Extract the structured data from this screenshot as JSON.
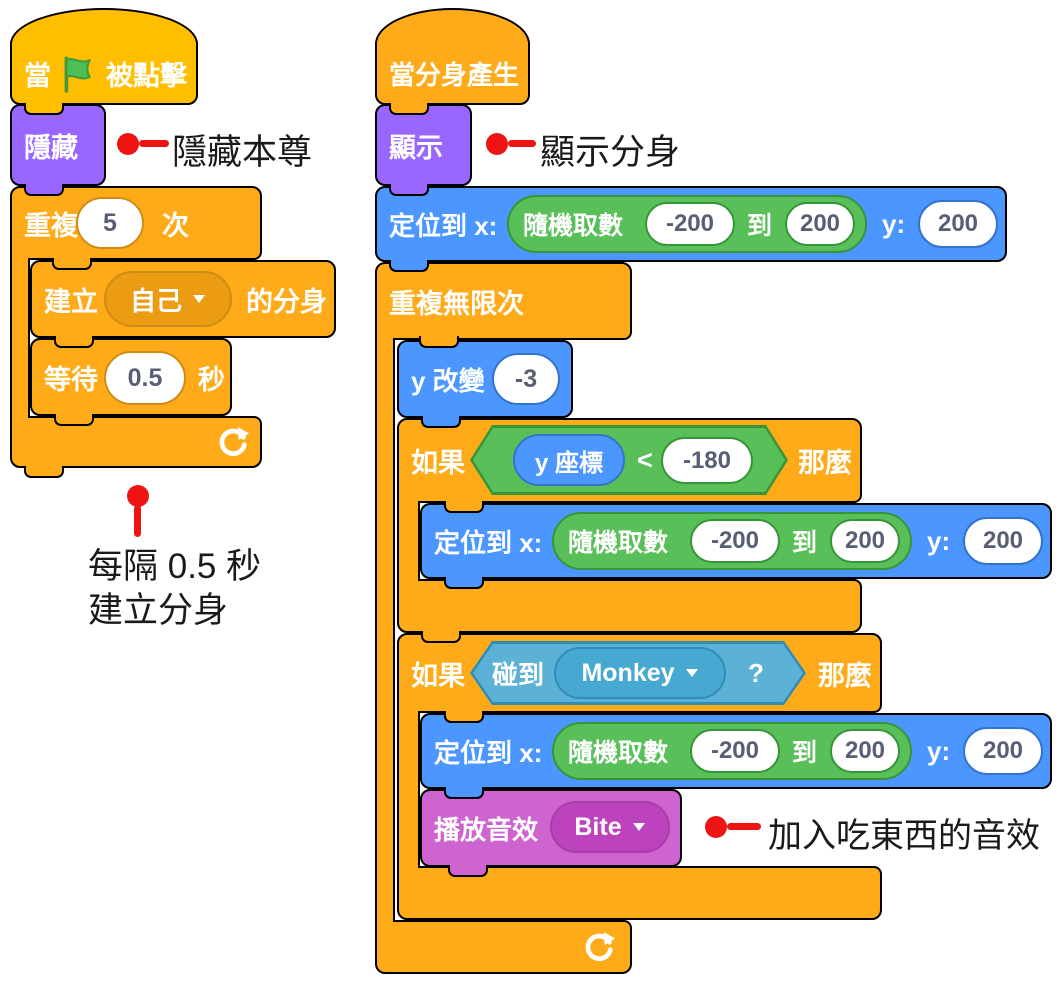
{
  "palette": {
    "events": "#FFBF00",
    "events_border": "#CC9900",
    "control": "#FFAB19",
    "control_border": "#CF8B17",
    "control_field": "#EC9C13",
    "motion": "#4C97FF",
    "motion_border": "#3373CC",
    "looks": "#9966FF",
    "looks_border": "#774DCB",
    "sound": "#CF63CF",
    "sound_border": "#BD42BD",
    "sound_field": "#BD42BD",
    "operators": "#59C059",
    "operators_border": "#389438",
    "sensing": "#5CB1D6",
    "sensing_border": "#2E8EB8",
    "sensing_field": "#47A8D1",
    "input_text": "#575E75",
    "annotation_red": "#EE1414",
    "annotation_text": "#1A1A1A",
    "flag_green": "#4CBF56"
  },
  "left_script": {
    "hat_flag": {
      "word_when": "當",
      "word_clicked": "被點擊"
    },
    "hide_block": {
      "label": "隱藏"
    },
    "repeat_block": {
      "prefix": "重複",
      "count": "5",
      "suffix": "次"
    },
    "create_clone_block": {
      "prefix": "建立",
      "target": "自己",
      "suffix": "的分身"
    },
    "wait_block": {
      "prefix": "等待",
      "seconds": "0.5",
      "suffix": "秒"
    }
  },
  "right_script": {
    "hat_clone": {
      "label": "當分身產生"
    },
    "show_block": {
      "label": "顯示"
    },
    "goto_block": {
      "label_x": "定位到 x:",
      "random_label": "隨機取數",
      "min": "-200",
      "to_label": "到",
      "max": "200",
      "label_y": "y:",
      "y_value": "200"
    },
    "forever_block": {
      "label": "重複無限次"
    },
    "change_y_block": {
      "label": "y 改變",
      "value": "-3"
    },
    "if_y_block": {
      "label_if": "如果",
      "reporter": "y 座標",
      "operator": "<",
      "threshold": "-180",
      "label_then": "那麼"
    },
    "if_touch_block": {
      "label_if": "如果",
      "touch_label": "碰到",
      "target": "Monkey",
      "question": "?",
      "label_then": "那麼"
    },
    "play_sound_block": {
      "label": "播放音效",
      "sound": "Bite"
    }
  },
  "annotations": {
    "hide_note": "隱藏本尊",
    "show_note": "顯示分身",
    "interval_note_line1": "每隔 0.5 秒",
    "interval_note_line2": "建立分身",
    "sound_note": "加入吃東西的音效"
  }
}
